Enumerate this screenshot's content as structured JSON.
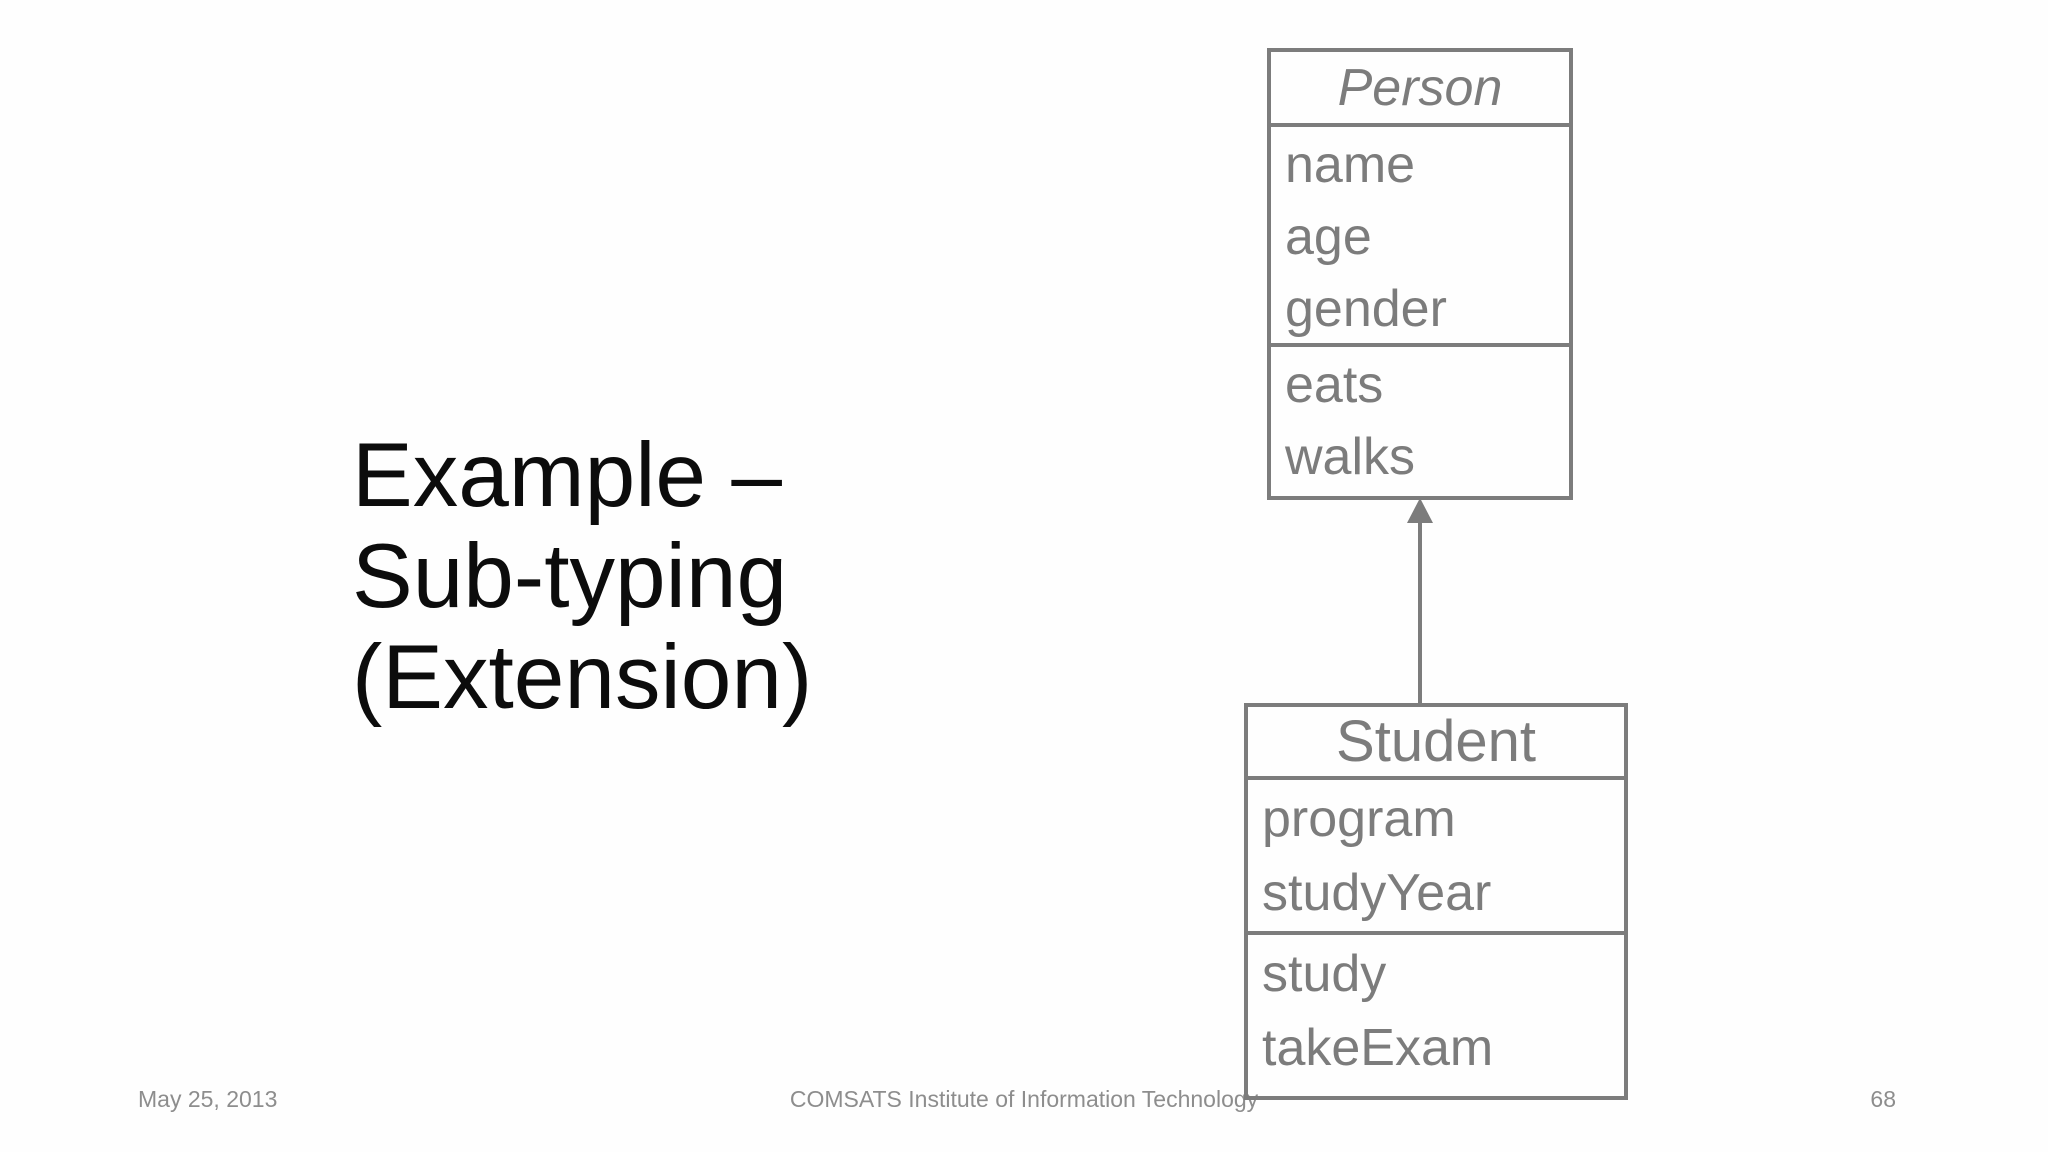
{
  "slide": {
    "title": {
      "lines": [
        "Example –",
        "Sub-typing",
        "(Extension)"
      ]
    },
    "diagram": {
      "type": "uml-class-diagram",
      "relationship": "generalization (Student extends Person)",
      "person": {
        "name": "Person",
        "attributes": [
          "name",
          "age",
          "gender"
        ],
        "methods": [
          "eats",
          "walks"
        ]
      },
      "student": {
        "name": "Student",
        "attributes": [
          "program",
          "studyYear"
        ],
        "methods": [
          "study",
          "takeExam"
        ]
      }
    },
    "footer": {
      "date": "May 25, 2013",
      "center": "COMSATS Institute of Information Technology",
      "page": "68"
    },
    "colors": {
      "diagram_gray": "#7c7c7c",
      "footer_gray": "#8d8d8d",
      "title_black": "#0c0c0c",
      "background": "#fefefe"
    }
  }
}
